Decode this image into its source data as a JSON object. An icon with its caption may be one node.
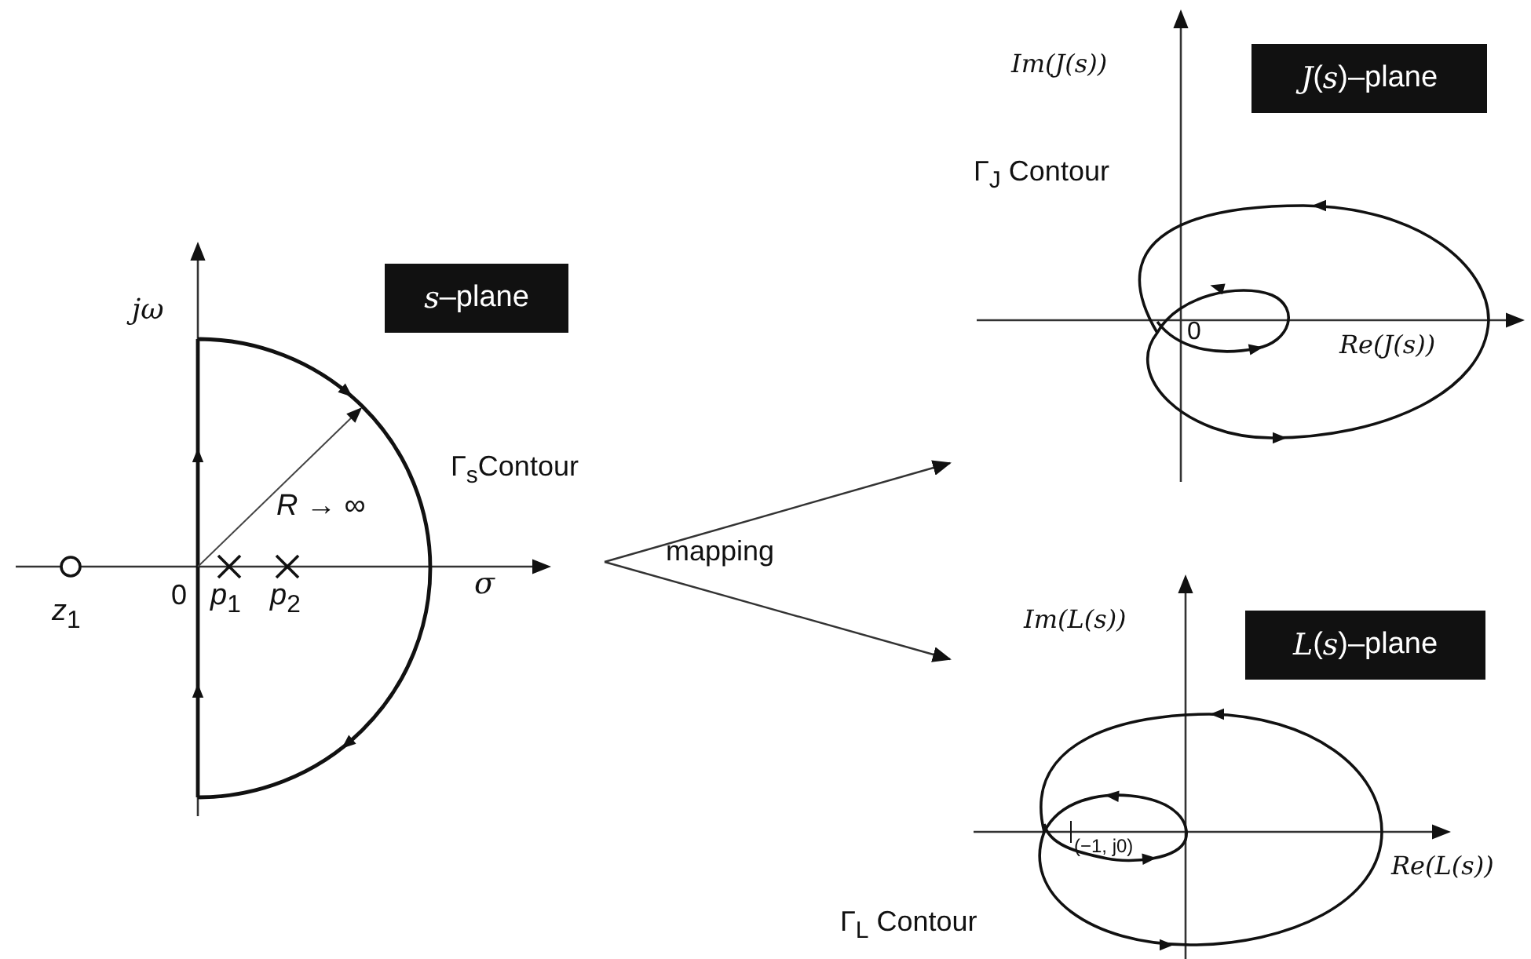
{
  "diagram": {
    "nodes": [
      {
        "text": [
          "*s*–plane"
        ]
      },
      {
        "text": [],
        "shape": "picture"
      },
      {
        "text": [
          "*J*(*s*)–plane"
        ],
        "in": 1
      },
      {
        "text": [],
        "shape": "picture"
      },
      {
        "text": [
          "*L*(*s*)–plane"
        ],
        "in": 3
      }
    ],
    "edges": [
      {
        "from": null,
        "to": 1,
        "arrow": "to"
      },
      {
        "from": null,
        "to": 3,
        "arrow": "to"
      }
    ],
    "labels": [
      "jω",
      "0",
      "*R* → ∞",
      "*z*$_{1}$",
      "*p*$_{1}$",
      "*p*$_{2}$",
      "σ",
      "Γ$_{s}$Contour",
      "mapping",
      "Im(J(s))",
      "Γ$_{J}$ Contour",
      "0",
      "Re(J(s))",
      "Im(L(s))",
      "(−1, j0)",
      "Re(L(s))",
      "Γ$_{L}$ Contour"
    ]
  }
}
